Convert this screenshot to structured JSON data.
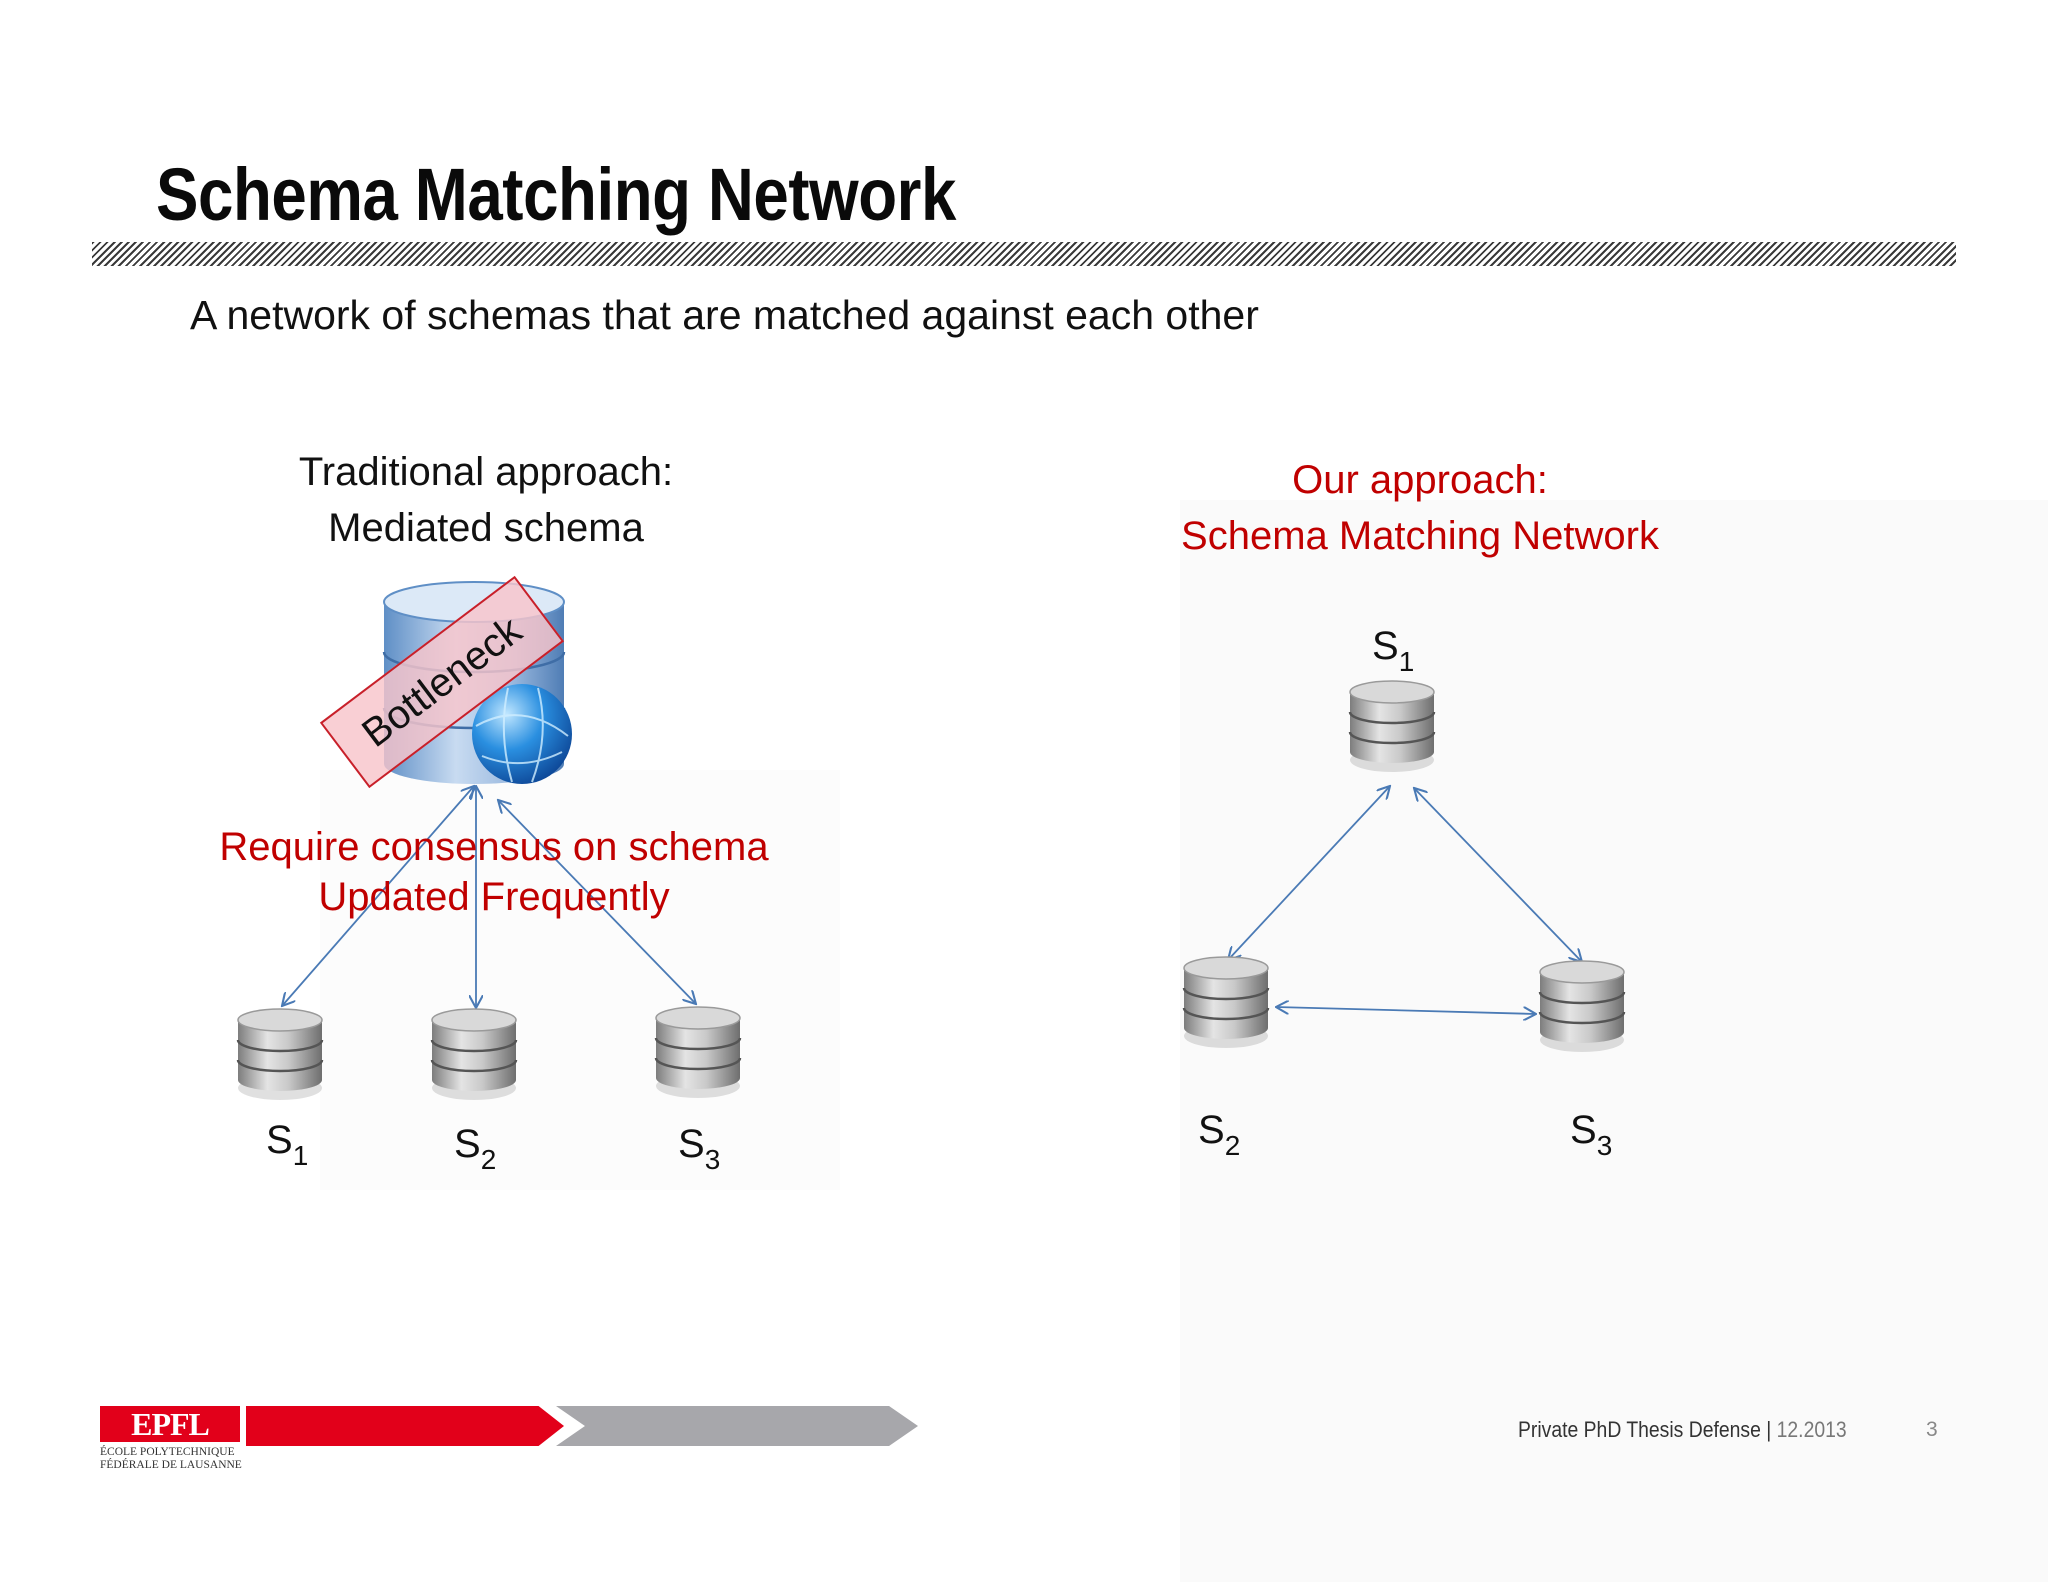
{
  "slide": {
    "title": "Schema Matching Network",
    "subtitle": "A network of schemas that are matched against each other"
  },
  "left": {
    "heading_line1": "Traditional approach:",
    "heading_line2": "Mediated schema",
    "badge": "Bottleneck",
    "note_line1": "Require consensus on schema",
    "note_line2": "Updated Frequently",
    "nodes": [
      {
        "letter": "S",
        "index": "1"
      },
      {
        "letter": "S",
        "index": "2"
      },
      {
        "letter": "S",
        "index": "3"
      }
    ]
  },
  "right": {
    "heading_line1": "Our approach:",
    "heading_line2": "Schema Matching Network",
    "nodes": [
      {
        "letter": "S",
        "index": "1"
      },
      {
        "letter": "S",
        "index": "2"
      },
      {
        "letter": "S",
        "index": "3"
      }
    ]
  },
  "footer": {
    "logo_text": "EPFL",
    "logo_sub_line1": "ÉCOLE POLYTECHNIQUE",
    "logo_sub_line2": "FÉDÉRALE DE LAUSANNE",
    "event": "Private PhD Thesis Defense",
    "separator": "|",
    "date": "12.2013",
    "page_number": "3"
  },
  "colors": {
    "accent_red": "#c00000",
    "arrow_blue": "#4a7ab5",
    "epfl_red": "#e2001a"
  }
}
